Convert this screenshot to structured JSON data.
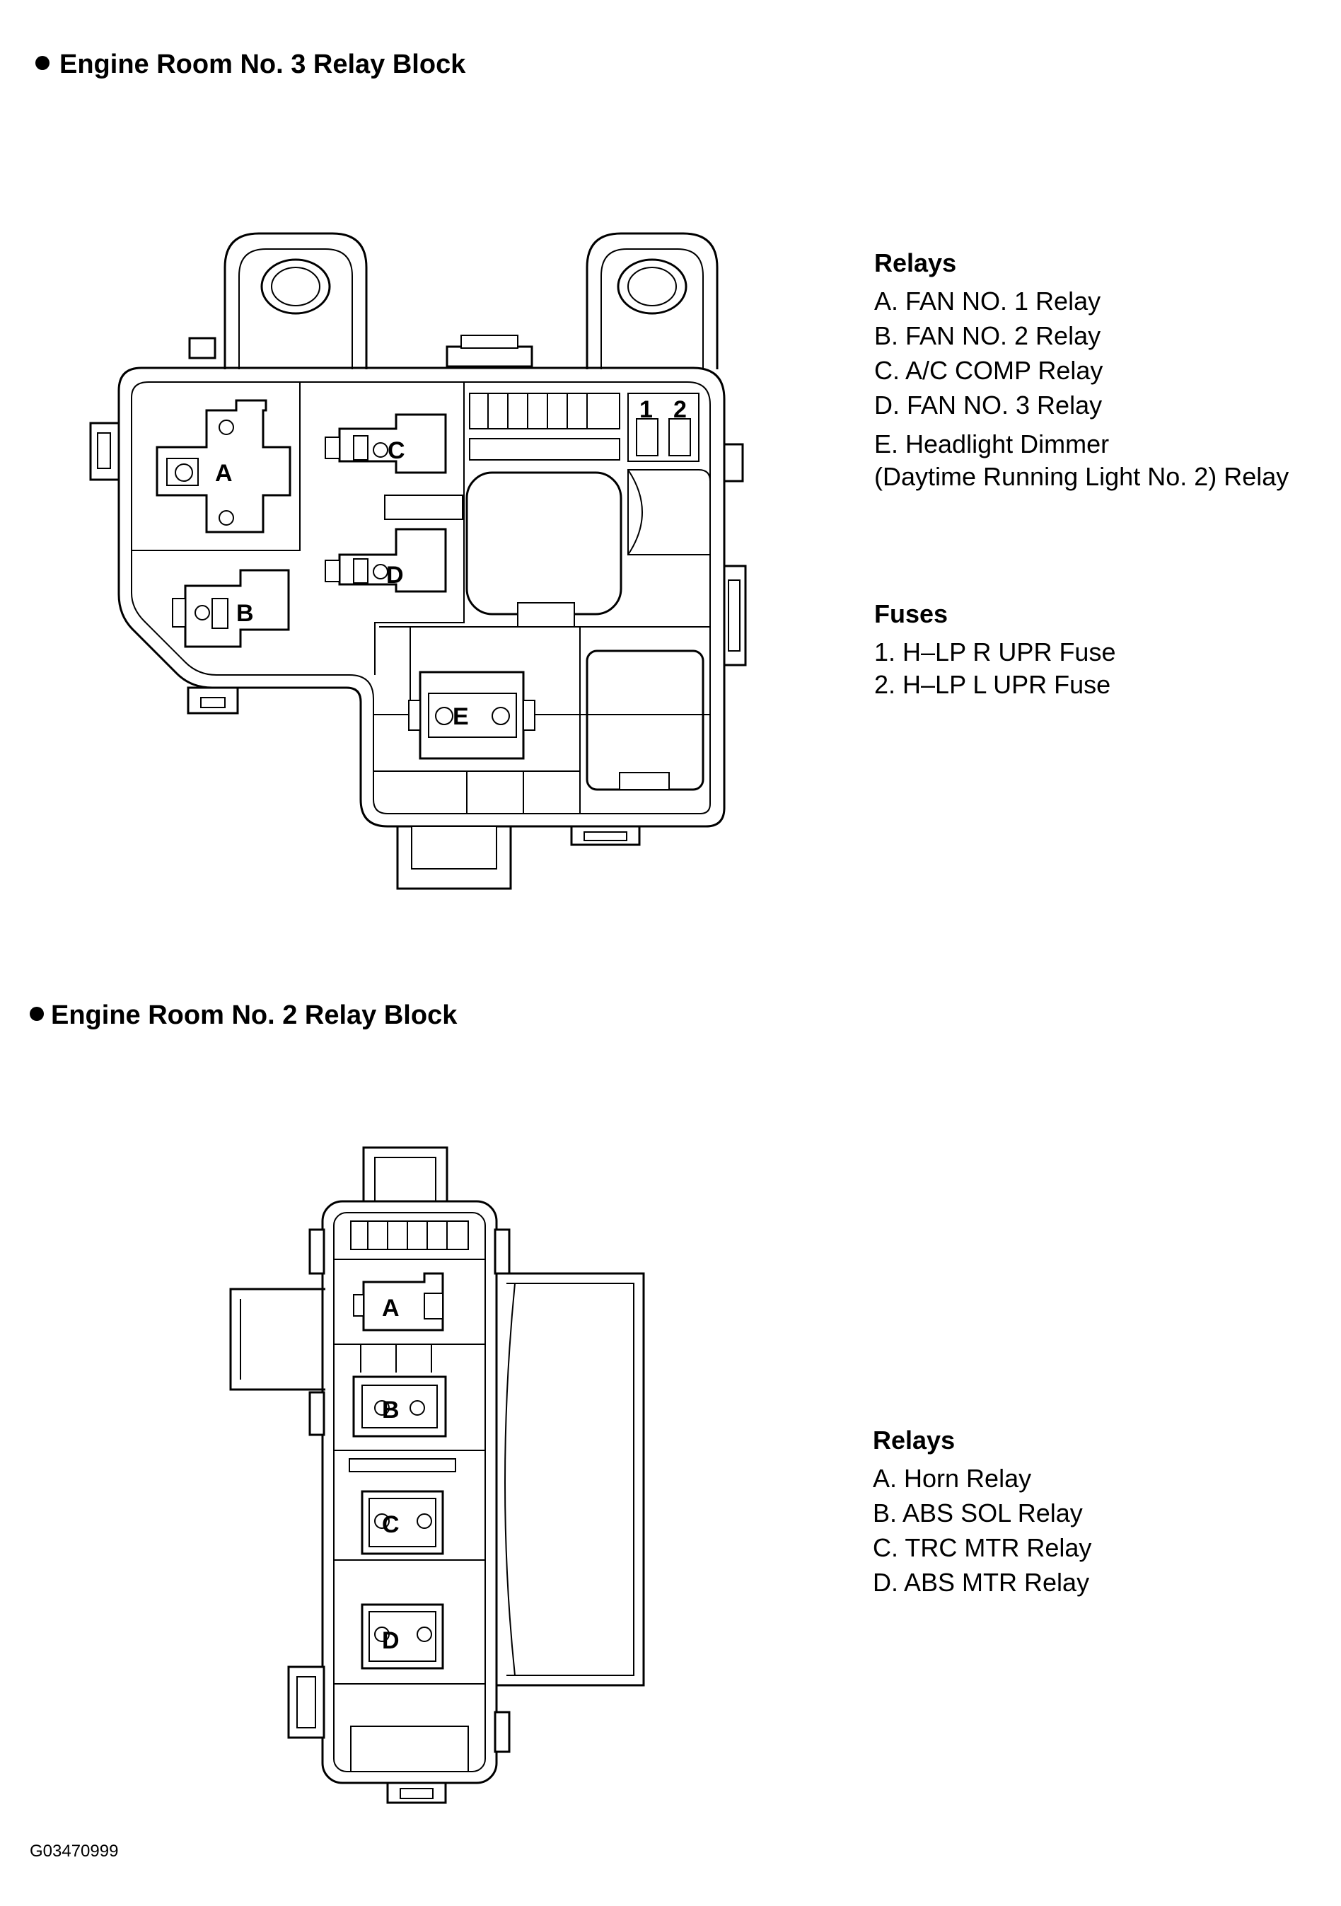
{
  "block1": {
    "title": "Engine Room No. 3 Relay Block",
    "relays_title": "Relays",
    "relays": [
      "A. FAN NO. 1 Relay",
      "B. FAN NO. 2 Relay",
      "C. A/C COMP Relay",
      "D. FAN NO. 3 Relay",
      "E. Headlight Dimmer",
      "(Daytime Running Light No. 2) Relay"
    ],
    "fuses_title": "Fuses",
    "fuses": [
      "1. H–LP R UPR Fuse",
      "2. H–LP L UPR Fuse"
    ],
    "labels": {
      "A": "A",
      "B": "B",
      "C": "C",
      "D": "D",
      "E": "E",
      "f1": "1",
      "f2": "2"
    }
  },
  "block2": {
    "title": "Engine Room No. 2 Relay Block",
    "relays_title": "Relays",
    "relays": [
      "A. Horn Relay",
      "B. ABS SOL Relay",
      "C. TRC MTR Relay",
      "D. ABS MTR Relay"
    ],
    "labels": {
      "A": "A",
      "B": "B",
      "C": "C",
      "D": "D"
    }
  },
  "figure_code": "G03470999",
  "icons": {
    "bullet": "filled-circle"
  }
}
